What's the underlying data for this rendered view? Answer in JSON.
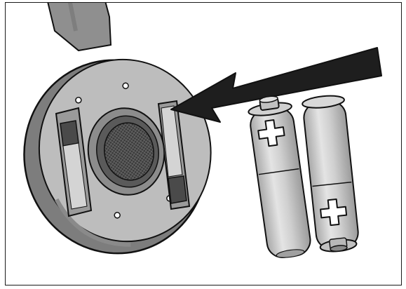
{
  "illustration": {
    "colors": {
      "outline": "#111111",
      "headband": "#8f8f8f",
      "headband_dark": "#6e6e6e",
      "earcup_rim": "#7d7d7d",
      "earcup_face": "#bdbdbd",
      "earcup_shadow": "#8a8a8a",
      "compartment": "#9a9a9a",
      "contact_dark": "#4a4a4a",
      "speaker_ring": "#8c8c8c",
      "speaker_mesh": "#3a3a3a",
      "arrow": "#1e1e1e",
      "battery_body": "#c8c8c8",
      "battery_highlight": "#e6e6e6",
      "battery_shadow": "#9c9c9c"
    },
    "icons": [
      "headphone-earcup",
      "battery-compartment",
      "insert-arrow",
      "battery-aa",
      "plus-symbol"
    ],
    "battery_count": 2
  }
}
